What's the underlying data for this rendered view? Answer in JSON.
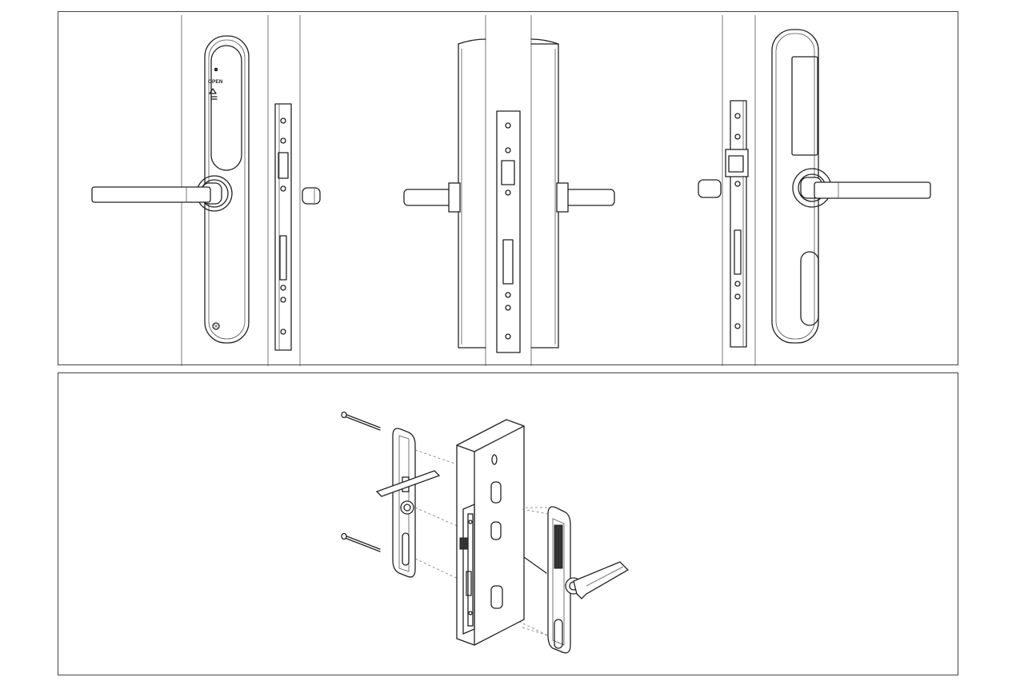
{
  "figure": {
    "panels": [
      "top-orthographic-views",
      "bottom-exploded-view"
    ],
    "lock_front_label": "OPEN"
  },
  "colors": {
    "line": "#222222",
    "frame": "#444444",
    "background": "#ffffff"
  }
}
